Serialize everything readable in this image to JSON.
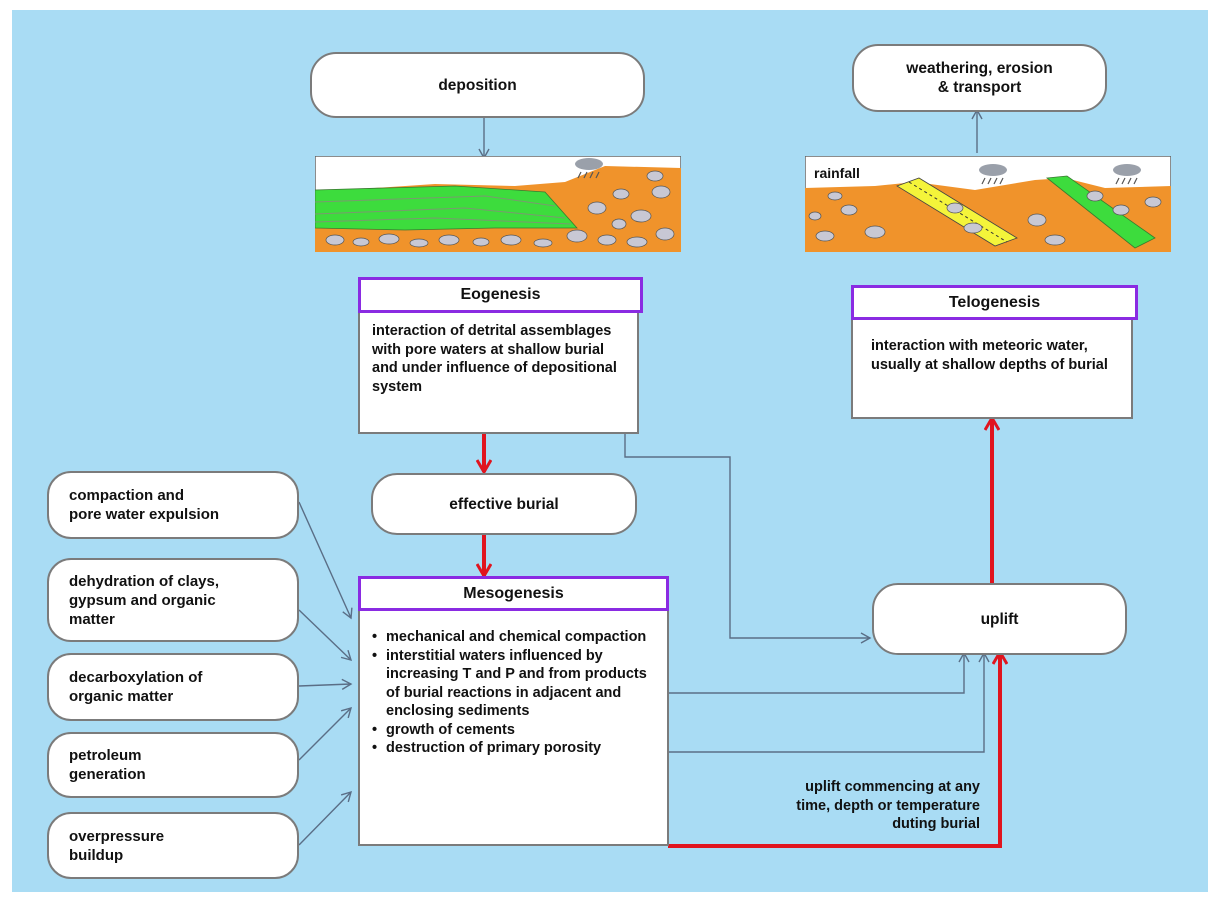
{
  "nodes": {
    "deposition": "deposition",
    "weathering": "weathering, erosion\n& transport",
    "effective_burial": "effective burial",
    "uplift": "uplift"
  },
  "stages": {
    "eogenesis": {
      "title": "Eogenesis",
      "text": "interaction of detrital assemblages with pore waters at shallow burial and under influence of depositional system"
    },
    "telogenesis": {
      "title": "Telogenesis",
      "text": "interaction with meteoric water, usually at shallow depths of burial"
    },
    "mesogenesis": {
      "title": "Mesogenesis",
      "bullets": [
        "mechanical and chemical compaction",
        "interstitial waters influenced by increasing T and P and from products of burial reactions in adjacent and enclosing sediments",
        "growth of cements",
        "destruction of primary porosity"
      ]
    }
  },
  "processes": [
    "compaction and\npore water expulsion",
    "dehydration of clays,\ngypsum and organic\nmatter",
    "decarboxylation of\norganic matter",
    "petroleum\ngeneration",
    "overpressure\nbuildup"
  ],
  "labels": {
    "rainfall": "rainfall",
    "uplift_note": "uplift commencing at any\ntime, depth or temperature\nduting burial"
  },
  "colors": {
    "background": "#a9dcf4",
    "stage_border": "#8a2be2",
    "burial_arrow": "#e0141e",
    "connector": "#5a6e86",
    "sediment": "#f0932b",
    "strata": "#3ddc3d",
    "aquifer": "#f4f43a"
  }
}
